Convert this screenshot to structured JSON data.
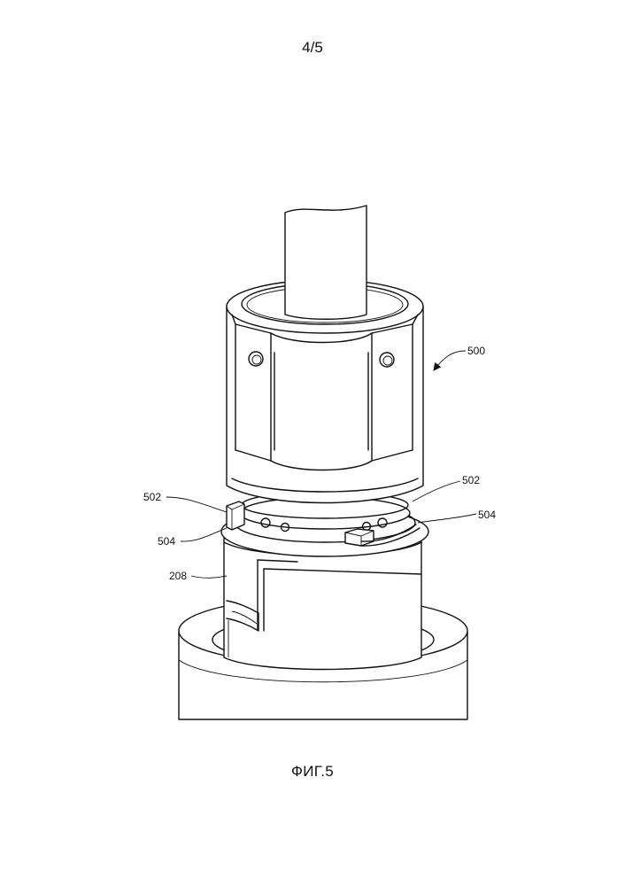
{
  "sheet": {
    "number": "4/5"
  },
  "figure": {
    "caption": "ФИГ.5"
  },
  "reference_labels": {
    "assembly": "500",
    "upper_left": "502",
    "lower_left": "504",
    "upper_right": "502",
    "lower_right": "504",
    "housing": "208"
  }
}
